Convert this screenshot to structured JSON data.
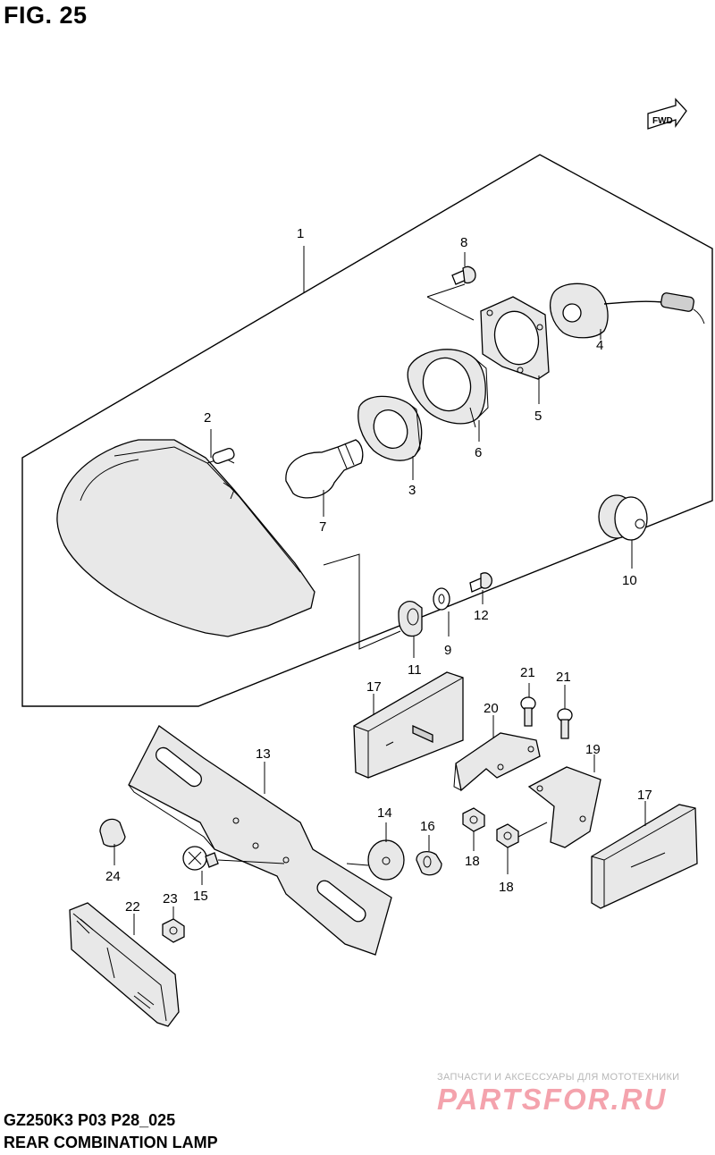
{
  "figure": {
    "title": "FIG. 25",
    "footer_code": "GZ250K3 P03 P28_025",
    "footer_title": "REAR COMBINATION LAMP",
    "direction_arrow": "FWD"
  },
  "watermark": {
    "tagline": "ЗАПЧАСТИ И АКСЕССУАРЫ ДЛЯ МОТОТЕХНИКИ",
    "brand": "PARTSFOR.RU"
  },
  "callouts": [
    "1",
    "2",
    "3",
    "4",
    "5",
    "6",
    "7",
    "8",
    "9",
    "10",
    "11",
    "12",
    "13",
    "14",
    "15",
    "16",
    "17",
    "17",
    "18",
    "18",
    "19",
    "20",
    "21",
    "21",
    "22",
    "23",
    "24"
  ],
  "colors": {
    "line": "#000000",
    "background": "#ffffff",
    "watermark": "#f4a3ad"
  }
}
